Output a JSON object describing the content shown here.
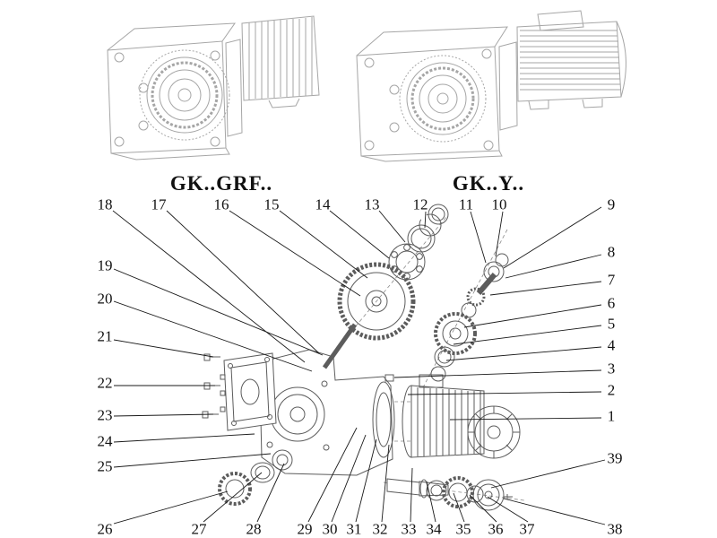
{
  "variants": [
    {
      "label": "GK..GRF.."
    },
    {
      "label": "GK..Y.."
    }
  ],
  "callouts": {
    "1": "1",
    "2": "2",
    "3": "3",
    "4": "4",
    "5": "5",
    "6": "6",
    "7": "7",
    "8": "8",
    "9": "9",
    "10": "10",
    "11": "11",
    "12": "12",
    "13": "13",
    "14": "14",
    "15": "15",
    "16": "16",
    "17": "17",
    "18": "18",
    "19": "19",
    "20": "20",
    "21": "21",
    "22": "22",
    "23": "23",
    "24": "24",
    "25": "25",
    "26": "26",
    "27": "27",
    "28": "28",
    "29": "29",
    "30": "30",
    "31": "31",
    "32": "32",
    "33": "33",
    "34": "34",
    "35": "35",
    "36": "36",
    "37": "37",
    "38": "38",
    "39": "39"
  }
}
